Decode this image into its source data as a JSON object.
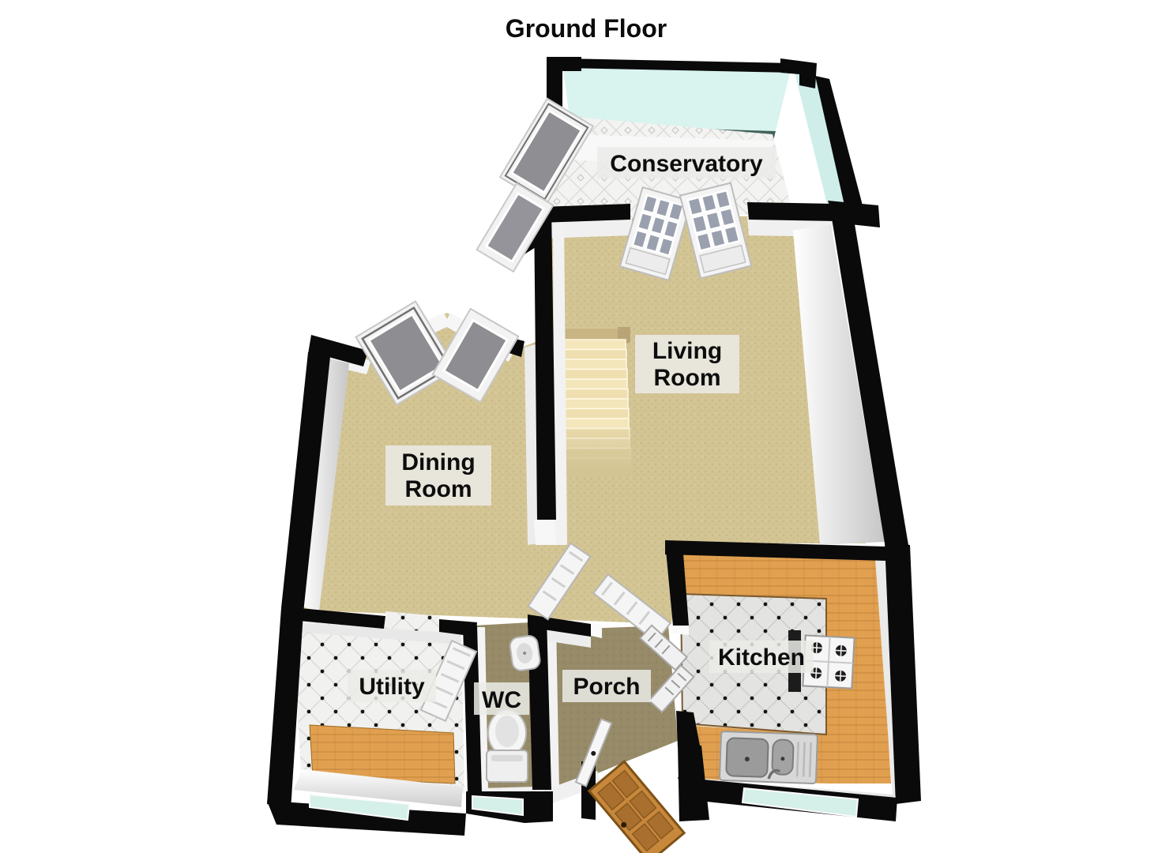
{
  "page": {
    "title": "Ground Floor"
  },
  "labels": {
    "title": "Ground Floor",
    "conservatory": "Conservatory",
    "living_line1": "Living",
    "living_line2": "Room",
    "dining_line1": "Dining",
    "dining_line2": "Room",
    "utility": "Utility",
    "wc": "WC",
    "porch": "Porch",
    "kitchen": "Kitchen"
  },
  "colors": {
    "carpet": "#d3c494",
    "porch_floor": "#968a68",
    "wc_floor": "#9a8d68",
    "conservatory_glass": "#d9f3ef",
    "glass_sill": "#42635a",
    "tile_light": "#f2f2f0",
    "tile_kitchen": "#e4e4e2",
    "counter_wood": "#e0a050",
    "front_door_wood": "#c8883c",
    "wall_black": "#0a0a0a",
    "wall_face_white": "#f2f2f2",
    "stairs_tread": "#f2e3b4",
    "label_bg": "#ebebe8",
    "label_text": "#111111"
  },
  "fixtures": {
    "staircase": "staircase",
    "french_doors": "glazed double doors to conservatory",
    "bay_windows": "dining room corner windows",
    "conservatory_windows": "conservatory side windows",
    "utility_door": "utility door",
    "hall_doors": "internal doors",
    "kitchen_door": "kitchen door",
    "front_door": "wooden front door",
    "wc_toilet": "toilet",
    "wc_basin": "wall basin",
    "kitchen_sink": "double sink with drainer",
    "kitchen_hob": "four ring hob",
    "utility_counter": "worktop",
    "kitchen_counter": "worktop"
  }
}
